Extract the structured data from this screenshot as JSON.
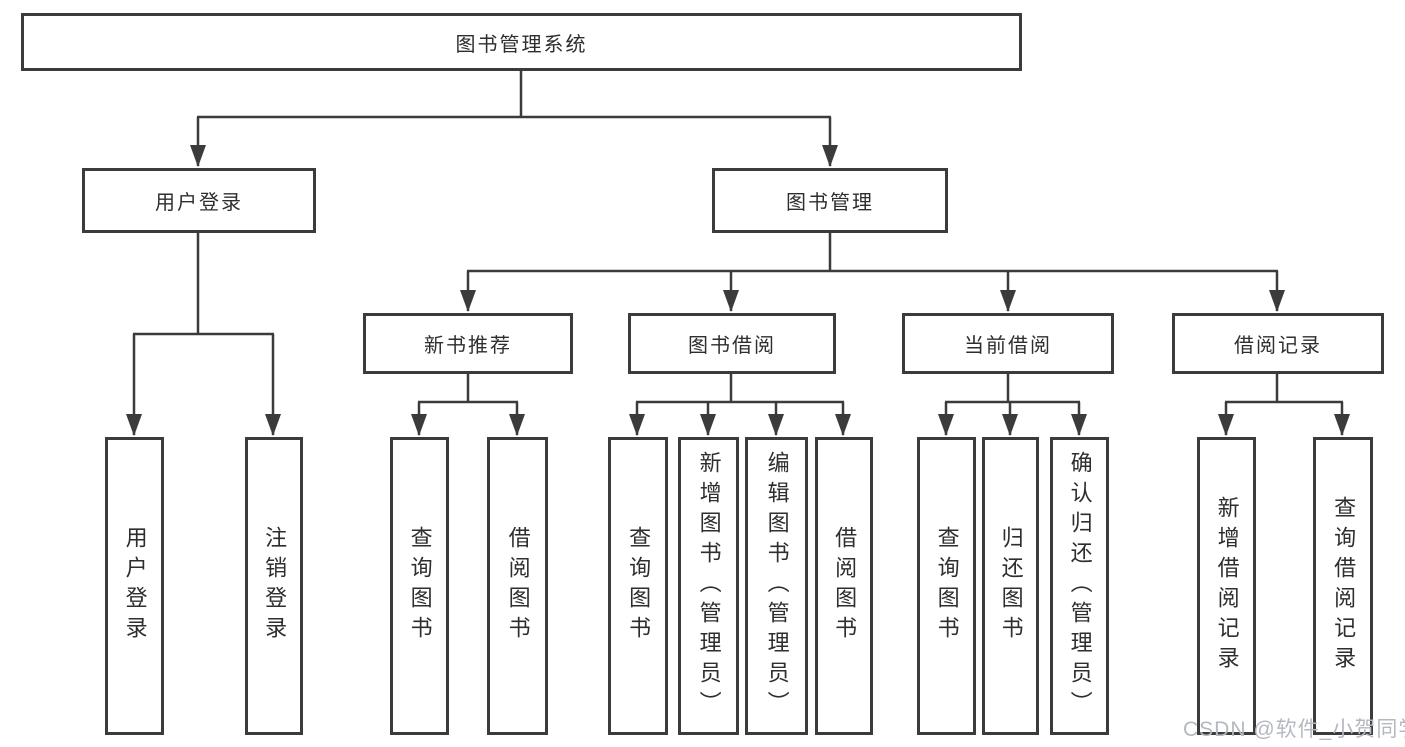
{
  "tree": {
    "root": {
      "label": "图书管理系统"
    },
    "user_login": {
      "label": "用户登录",
      "children": [
        {
          "label": "用户登录"
        },
        {
          "label": "注销登录"
        }
      ]
    },
    "book_mgmt": {
      "label": "图书管理",
      "children": [
        {
          "label": "新书推荐",
          "children": [
            {
              "label": "查询图书"
            },
            {
              "label": "借阅图书"
            }
          ]
        },
        {
          "label": "图书借阅",
          "children": [
            {
              "label": "查询图书"
            },
            {
              "label": "新增图书（管理员）"
            },
            {
              "label": "编辑图书（管理员）"
            },
            {
              "label": "借阅图书"
            }
          ]
        },
        {
          "label": "当前借阅",
          "children": [
            {
              "label": "查询图书"
            },
            {
              "label": "归还图书"
            },
            {
              "label": "确认归还（管理员）"
            }
          ]
        },
        {
          "label": "借阅记录",
          "children": [
            {
              "label": "新增借阅记录"
            },
            {
              "label": "查询借阅记录"
            }
          ]
        }
      ]
    }
  },
  "watermark": {
    "text": "CSDN @软件_小贺同学"
  },
  "colors": {
    "line": "#3b3b3b",
    "text": "#2e2e2e",
    "background": "#ffffff",
    "watermark": "#b4b8c0"
  }
}
